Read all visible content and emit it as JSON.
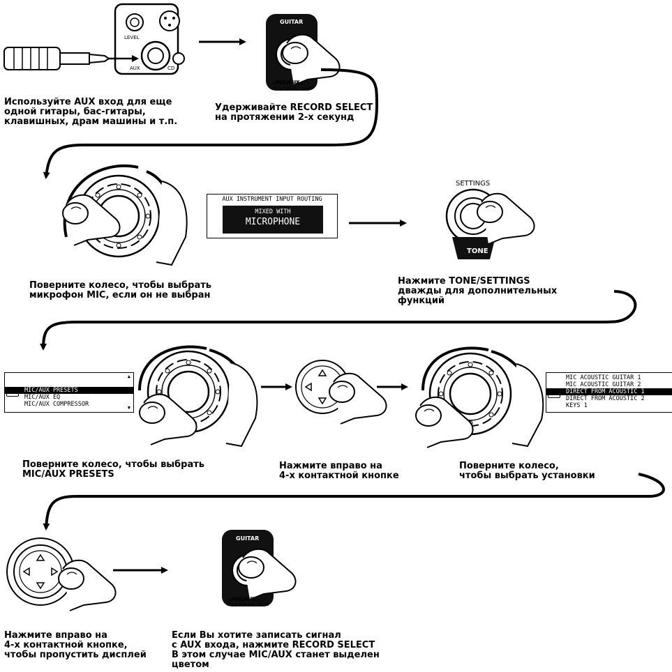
{
  "captions": {
    "aux_input": [
      "Используйте AUX вход для еще",
      "одной гитары, бас-гитары,",
      "клавишных, драм машины и т.п."
    ],
    "hold_record": [
      "Удерживайте RECORD SELECT",
      "на протяжении 2-х секунд"
    ],
    "turn_wheel_mic": [
      "Поверните колесо, чтобы выбрать",
      "микрофон MIC, если он не выбран"
    ],
    "press_tone": [
      "Нажмите TONE/SETTINGS",
      "дважды для дополнительных",
      "функций"
    ],
    "turn_wheel_presets": [
      "Поверните колесо, чтобы выбрать",
      "MIC/AUX PRESETS"
    ],
    "press_right_1": [
      "Нажмите вправо на",
      "4-х контактной кнопке"
    ],
    "turn_wheel_settings": [
      "Поверните колесо,",
      "чтобы выбрать установки"
    ],
    "press_right_2": [
      "Нажмите вправо на",
      "4-х контактной кнопке,",
      "чтобы пропустить дисплей"
    ],
    "record_aux": [
      "Если Вы хотите записать сигнал",
      "с AUX входа, нажмите RECORD SELECT",
      "В этом случае MIC/AUX станет выделен",
      "цветом"
    ]
  },
  "device_labels": {
    "level": "LEVEL",
    "aux": "AUX",
    "cd": "CD",
    "guitar": "GUITAR",
    "mic_aux": "MIC/AUX",
    "record_select": "RECORD SELECT",
    "hold_for_rec": "HOLD FOR REC MODE",
    "settings": "SETTINGS",
    "tone": "TONE"
  },
  "lcd_routing": {
    "header": "AUX INSTRUMENT INPUT ROUTING",
    "line1": "MIXED WITH",
    "line2": "MICROPHONE"
  },
  "lcd_menu": {
    "items": [
      "MIC/AUX PRESETS",
      "MIC/AUX EQ",
      "MIC/AUX COMPRESSOR"
    ],
    "selected_index": 0
  },
  "lcd_presets": {
    "items": [
      "MIC ACOUSTIC GUITAR 1",
      "MIC ACOUSTIC GUITAR 2",
      "DIRECT FROM ACOUSTIC 1",
      "DIRECT FROM ACOUSTIC 2",
      "KEYS 1"
    ],
    "selected_index": 2
  }
}
